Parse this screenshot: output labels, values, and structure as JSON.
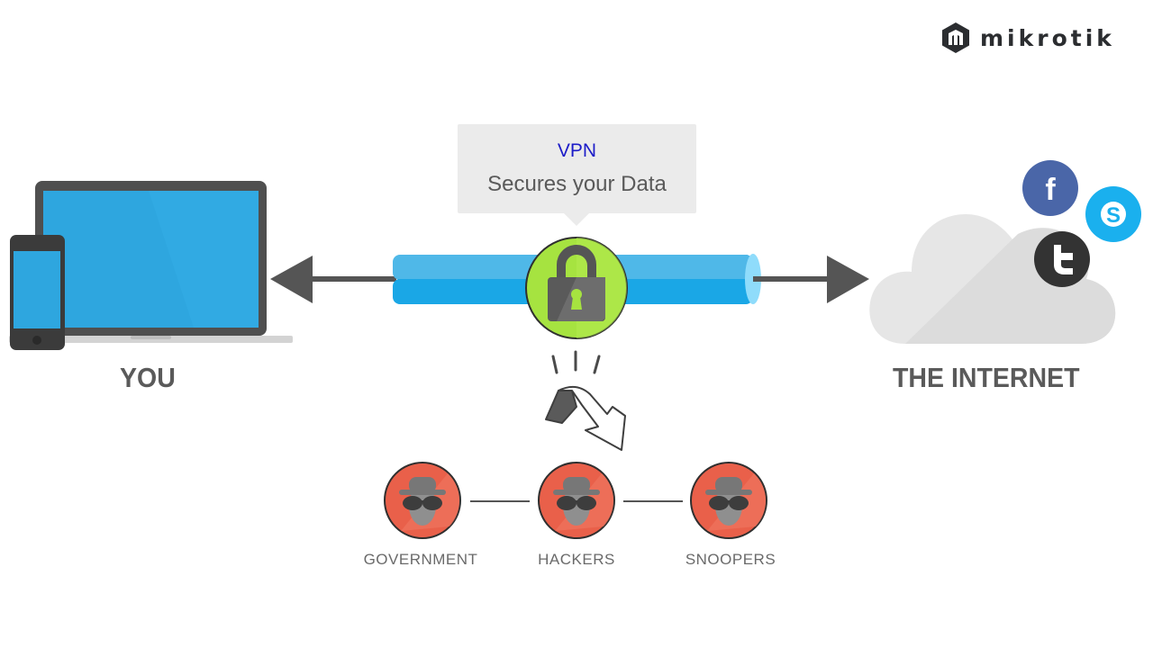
{
  "brand": {
    "name": "mikrotik",
    "color": "#2b2d30"
  },
  "callout": {
    "title": "VPN",
    "subtitle": "Secures your Data",
    "title_color": "#1c1cc8"
  },
  "nodes": {
    "you": {
      "label": "YOU",
      "devices": [
        "laptop",
        "smartphone"
      ]
    },
    "internet": {
      "label": "THE INTERNET",
      "services": [
        "facebook",
        "skype",
        "twitter"
      ]
    }
  },
  "tunnel": {
    "type": "vpn-tunnel",
    "lock_state": "locked",
    "tunnel_color": "#1aa7e6",
    "lock_color": "#a6e340"
  },
  "threat": {
    "note": "data deflected from snoopers",
    "actors": [
      {
        "label": "GOVERNMENT"
      },
      {
        "label": "HACKERS"
      },
      {
        "label": "SNOOPERS"
      }
    ],
    "actor_color": "#e9604a"
  },
  "colors": {
    "arrow": "#555555",
    "text_dark": "#5a5a5a",
    "cloud": "#e6e6e6",
    "facebook": "#4a66a8",
    "skype": "#1ab0ee",
    "twitter": "#333333"
  }
}
